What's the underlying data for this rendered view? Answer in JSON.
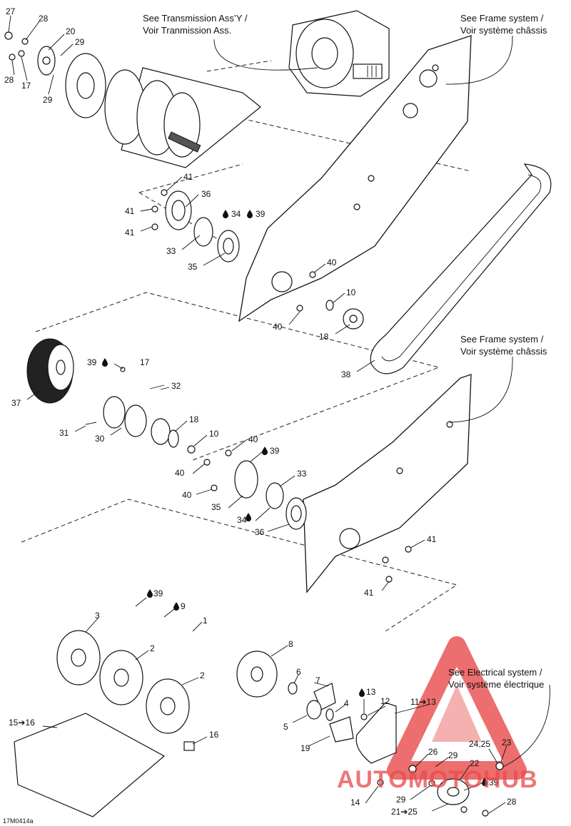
{
  "callouts": {
    "c27": "27",
    "c28a": "28",
    "c20": "20",
    "c29a": "29",
    "c28b": "28",
    "c17a": "17",
    "c29b": "29",
    "c41a": "41",
    "c36a": "36",
    "c41b": "41",
    "c34a": "34",
    "c39a": "39",
    "c41c": "41",
    "c33a": "33",
    "c35a": "35",
    "c40a": "40",
    "c10a": "10",
    "c40b": "40",
    "c18a": "18",
    "c38": "38",
    "c39b": "39",
    "c17b": "17",
    "c32": "32",
    "c37": "37",
    "c18b": "18",
    "c31": "31",
    "c30": "30",
    "c10b": "10",
    "c40c": "40",
    "c39c": "39",
    "c40d": "40",
    "c33b": "33",
    "c40e": "40",
    "c35b": "35",
    "c34b": "34",
    "c36b": "36",
    "c41d": "41",
    "c41e": "41",
    "c39d": "39",
    "c9": "9",
    "c1": "1",
    "c3": "3",
    "c2a": "2",
    "c2b": "2",
    "c8": "8",
    "c6": "6",
    "c7": "7",
    "c4": "4",
    "c5": "5",
    "c19": "19",
    "c13": "13",
    "c12": "12",
    "c11to13": "11➔13",
    "c15to16": "15➔16",
    "c16": "16",
    "c26": "26",
    "c29c": "29",
    "c24_25": "24,25",
    "c23": "23",
    "c22": "22",
    "c14": "14",
    "c29d": "29",
    "c39e": "39",
    "c28c": "28",
    "c21to25": "21➔25"
  },
  "notes": {
    "transmission_line1": "See Transmission Ass’Y /",
    "transmission_line2": "Voir Tranmission Ass.",
    "frame1_line1": "See Frame system /",
    "frame1_line2": "Voir système châssis",
    "frame2_line1": "See Frame system /",
    "frame2_line2": "Voir système châssis",
    "electrical_line1": "See Electrical system /",
    "electrical_line2": "Voir système électrique"
  },
  "drawing_code": "17M0414a",
  "watermark": {
    "text": "AUTOMOTOHUB",
    "color": "#e84a4a"
  }
}
